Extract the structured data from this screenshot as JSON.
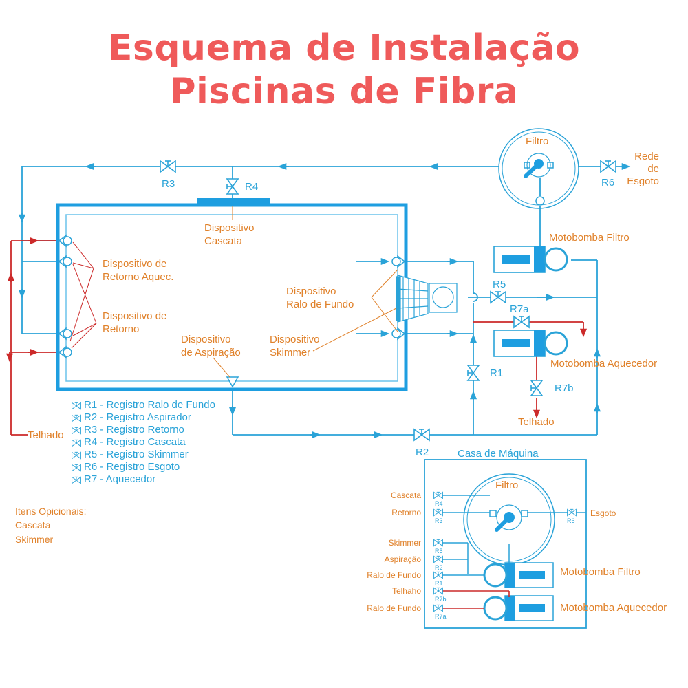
{
  "title": {
    "line1": "Esquema de Instalação",
    "line2": "Piscinas de Fibra"
  },
  "labels": {
    "filtro": "Filtro",
    "rede_de_esgoto": [
      "Rede",
      "de",
      "Esgoto"
    ],
    "r3": "R3",
    "r4": "R4",
    "r6": "R6",
    "r5": "R5",
    "r7a": "R7a",
    "r1": "R1",
    "r7b": "R7b",
    "r2": "R2",
    "dispositivo_cascata": [
      "Dispositivo",
      "Cascata"
    ],
    "motobomba_filtro": "Motobomba Filtro",
    "motobomba_aquecedor": "Motobomba Aquecedor",
    "retorno_aquec": [
      "Dispositivo de",
      "Retorno Aquec."
    ],
    "retorno": [
      "Dispositivo de",
      "Retorno"
    ],
    "ralo_de_fundo": [
      "Dispositivo",
      "Ralo de Fundo"
    ],
    "aspiracao": [
      "Dispositivo",
      "de Aspiração"
    ],
    "skimmer": [
      "Dispositivo",
      "Skimmer"
    ],
    "telhado_left": "Telhado",
    "telhado_right": "Telhado"
  },
  "legend": [
    "R1 - Registro Ralo de Fundo",
    "R2 - Registro Aspirador",
    "R3 - Registro Retorno",
    "R4 - Registro Cascata",
    "R5 - Registro Skimmer",
    "R6 - Registro Esgoto",
    "R7 - Aquecedor"
  ],
  "optional": {
    "heading": "Itens Opicionais:",
    "items": [
      "Cascata",
      "Skimmer"
    ]
  },
  "machine_room": {
    "title": "Casa de Máquina",
    "filtro": "Filtro",
    "esgoto": "Esgoto",
    "r6": "R6",
    "motobomba_filtro": "Motobomba Filtro",
    "motobomba_aquecedor": "Motobomba Aquecedor",
    "rows": [
      {
        "label": "Cascata",
        "valve": "R4"
      },
      {
        "label": "Retorno",
        "valve": "R3"
      },
      {
        "label": "Skimmer",
        "valve": "R5"
      },
      {
        "label": "Aspiração",
        "valve": "R2"
      },
      {
        "label": "Ralo de Fundo",
        "valve": "R1"
      },
      {
        "label": "Telhaho",
        "valve": "R7b"
      },
      {
        "label": "Ralo de Fundo",
        "valve": "R7a"
      }
    ]
  },
  "colors": {
    "title": "#ef5a5a",
    "pipe": "#2aa3d8",
    "hot_pipe": "#cc2a2a",
    "label": "#e0812a",
    "pool": "#1e9ee0"
  }
}
